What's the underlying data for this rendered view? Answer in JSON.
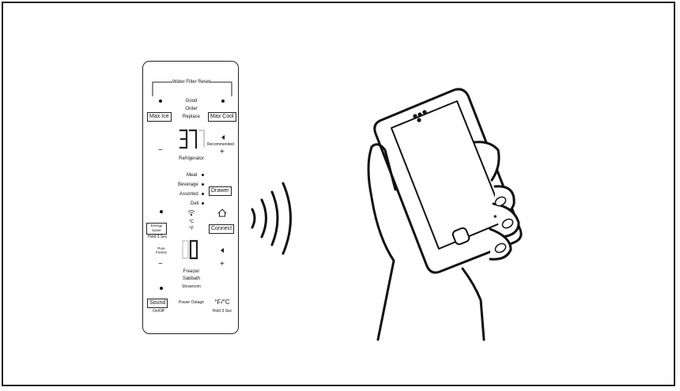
{
  "panel": {
    "water_filter_reset": "Water Filter Reset",
    "status_good": "Good",
    "status_order": "Order",
    "status_replace": "Replace",
    "max_ice": "Max Ice",
    "max_cool": "Max Cool",
    "fridge_temp": "37",
    "recommended": "Recommended",
    "refrigerator": "Refrigerator",
    "minus": "−",
    "plus": "+",
    "meat": "Meat",
    "beverage": "Beverage",
    "assorted": "Assorted",
    "deli": "Deli",
    "drawer": "Drawer",
    "celsius": "°C",
    "fahrenheit": "°F",
    "energy_saver_1": "Energy",
    "energy_saver_2": "Saver",
    "hold_3_sec": "Hold 3 Sec",
    "connect": "Connect",
    "pure_freeze_1": "Pure",
    "pure_freeze_2": "Freeze",
    "freezer_temp": "0",
    "freezer": "Freezer",
    "sabbath": "Sabbath",
    "showroom": "Showroom",
    "sound": "Sound",
    "on_off": "On/Off",
    "power_outage": "Power Outage",
    "f_c": "°F/°C",
    "hold_3_sec_2": "Hold 3 Sec"
  }
}
